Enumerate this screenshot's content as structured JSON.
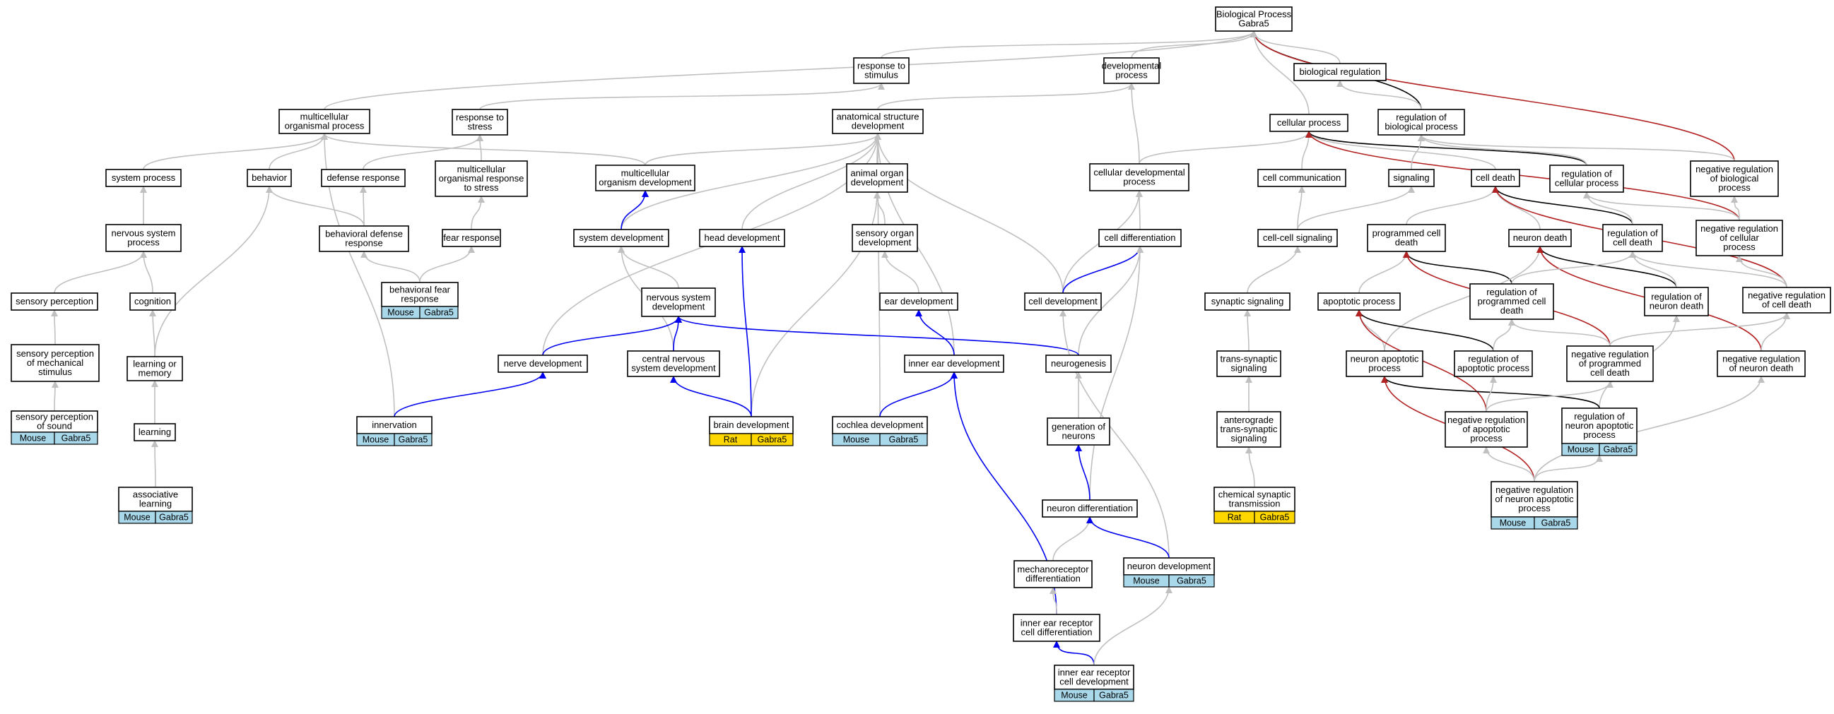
{
  "colors": {
    "gray": "#c0c0c0",
    "black": "#000000",
    "blue": "#0000ee",
    "red": "#b22222",
    "mouse_tag": "#a8d8ea",
    "rat_tag": "#ffd700"
  },
  "nodes": {
    "bp": [
      "Biological Process",
      "Gabra5"
    ],
    "resp_stim": [
      "response to",
      "stimulus"
    ],
    "dev_proc": [
      "developmental",
      "process"
    ],
    "bio_reg": [
      "biological regulation"
    ],
    "multi_org": [
      "multicellular",
      "organismal process"
    ],
    "resp_stress": [
      "response to",
      "stress"
    ],
    "anat_dev": [
      "anatomical structure",
      "development"
    ],
    "cell_proc": [
      "cellular process"
    ],
    "reg_bio": [
      "regulation of",
      "biological process"
    ],
    "sys_proc": [
      "system process"
    ],
    "behavior": [
      "behavior"
    ],
    "def_resp": [
      "defense response"
    ],
    "multi_org_resp": [
      "multicellular",
      "organismal response",
      "to stress"
    ],
    "multi_dev": [
      "multicellular",
      "organism development"
    ],
    "animal_organ": [
      "animal organ",
      "development"
    ],
    "cell_dev_proc": [
      "cellular developmental",
      "process"
    ],
    "cell_comm": [
      "cell communication"
    ],
    "signaling": [
      "signaling"
    ],
    "cell_death": [
      "cell death"
    ],
    "reg_cell_proc": [
      "regulation of",
      "cellular process"
    ],
    "neg_reg_bio": [
      "negative regulation",
      "of biological",
      "process"
    ],
    "ns_proc": [
      "nervous system",
      "process"
    ],
    "beh_def": [
      "behavioral defense",
      "response"
    ],
    "fear": [
      "fear response"
    ],
    "sys_dev": [
      "system development"
    ],
    "head_dev": [
      "head development"
    ],
    "sens_organ": [
      "sensory organ",
      "development"
    ],
    "cell_diff": [
      "cell differentiation"
    ],
    "cc_sig": [
      "cell-cell signaling"
    ],
    "prog_death": [
      "programmed cell",
      "death"
    ],
    "neuron_death": [
      "neuron death"
    ],
    "reg_cell_death": [
      "regulation of",
      "cell death"
    ],
    "neg_reg_cell_proc": [
      "negative regulation",
      "of cellular",
      "process"
    ],
    "beh_fear": [
      "behavioral fear",
      "response"
    ],
    "sens_perc": [
      "sensory perception"
    ],
    "cognition": [
      "cognition"
    ],
    "ns_dev": [
      "nervous system",
      "development"
    ],
    "ear_dev": [
      "ear development"
    ],
    "cell_development": [
      "cell development"
    ],
    "syn_sig": [
      "synaptic signaling"
    ],
    "apop": [
      "apoptotic process"
    ],
    "reg_prog": [
      "regulation of",
      "programmed cell",
      "death"
    ],
    "reg_neuron_death": [
      "regulation of",
      "neuron death"
    ],
    "neg_reg_cell_death": [
      "negative regulation",
      "of cell death"
    ],
    "sens_mech": [
      "sensory perception",
      "of mechanical",
      "stimulus"
    ],
    "learn_mem": [
      "learning or",
      "memory"
    ],
    "nerve_dev": [
      "nerve development"
    ],
    "cns_dev": [
      "central nervous",
      "system development"
    ],
    "inner_ear": [
      "inner ear development"
    ],
    "neurogenesis": [
      "neurogenesis"
    ],
    "trans_syn": [
      "trans-synaptic",
      "signaling"
    ],
    "neuron_apop": [
      "neuron apoptotic",
      "process"
    ],
    "reg_apop": [
      "regulation of",
      "apoptotic process"
    ],
    "neg_reg_prog": [
      "negative regulation",
      "of programmed",
      "cell death"
    ],
    "neg_reg_neuron_death": [
      "negative regulation",
      "of neuron death"
    ],
    "sens_sound": [
      "sensory perception",
      "of sound"
    ],
    "learning": [
      "learning"
    ],
    "innervation": [
      "innervation"
    ],
    "brain_dev": [
      "brain development"
    ],
    "cochlea": [
      "cochlea development"
    ],
    "gen_neurons": [
      "generation of",
      "neurons"
    ],
    "antero": [
      "anterograde",
      "trans-synaptic",
      "signaling"
    ],
    "neg_reg_apop": [
      "negative regulation",
      "of apoptotic",
      "process"
    ],
    "reg_neuron_apop": [
      "regulation of",
      "neuron apoptotic",
      "process"
    ],
    "assoc_learn": [
      "associative",
      "learning"
    ],
    "neuron_diff": [
      "neuron differentiation"
    ],
    "chem_syn": [
      "chemical synaptic",
      "transmission"
    ],
    "neg_reg_neuron_apop": [
      "negative regulation",
      "of neuron apoptotic",
      "process"
    ],
    "mechano": [
      "mechanoreceptor",
      "differentiation"
    ],
    "neuron_dev": [
      "neuron development"
    ],
    "ie_recep_diff": [
      "inner ear receptor",
      "cell differentiation"
    ],
    "ie_recep_dev": [
      "inner ear receptor",
      "cell development"
    ]
  },
  "tags": {
    "beh_fear": [
      "Mouse",
      "Gabra5"
    ],
    "sens_sound": [
      "Mouse",
      "Gabra5"
    ],
    "assoc_learn": [
      "Mouse",
      "Gabra5"
    ],
    "innervation": [
      "Mouse",
      "Gabra5"
    ],
    "brain_dev": [
      "Rat",
      "Gabra5"
    ],
    "cochlea": [
      "Mouse",
      "Gabra5"
    ],
    "chem_syn": [
      "Rat",
      "Gabra5"
    ],
    "reg_neuron_apop": [
      "Mouse",
      "Gabra5"
    ],
    "neg_reg_neuron_apop": [
      "Mouse",
      "Gabra5"
    ],
    "neuron_dev": [
      "Mouse",
      "Gabra5"
    ],
    "ie_recep_dev": [
      "Mouse",
      "Gabra5"
    ]
  },
  "edges": [
    [
      "resp_stim",
      "bp",
      "gray"
    ],
    [
      "dev_proc",
      "bp",
      "gray"
    ],
    [
      "bio_reg",
      "bp",
      "gray"
    ],
    [
      "cell_proc",
      "bp",
      "gray"
    ],
    [
      "reg_bio",
      "bp",
      "black"
    ],
    [
      "neg_reg_bio",
      "bp",
      "red"
    ],
    [
      "multi_org",
      "bp",
      "gray"
    ],
    [
      "resp_stress",
      "resp_stim",
      "gray"
    ],
    [
      "anat_dev",
      "dev_proc",
      "gray"
    ],
    [
      "cell_dev_proc",
      "dev_proc",
      "gray"
    ],
    [
      "reg_bio",
      "bio_reg",
      "gray"
    ],
    [
      "sys_proc",
      "multi_org",
      "gray"
    ],
    [
      "behavior",
      "multi_org",
      "gray"
    ],
    [
      "multi_dev",
      "multi_org",
      "gray"
    ],
    [
      "innervation",
      "multi_org",
      "gray"
    ],
    [
      "def_resp",
      "resp_stress",
      "gray"
    ],
    [
      "multi_org_resp",
      "resp_stress",
      "gray"
    ],
    [
      "multi_dev",
      "anat_dev",
      "gray"
    ],
    [
      "animal_organ",
      "anat_dev",
      "gray"
    ],
    [
      "sys_dev",
      "anat_dev",
      "gray"
    ],
    [
      "head_dev",
      "anat_dev",
      "gray"
    ],
    [
      "cell_development",
      "anat_dev",
      "gray"
    ],
    [
      "nerve_dev",
      "anat_dev",
      "gray"
    ],
    [
      "cochlea",
      "anat_dev",
      "gray"
    ],
    [
      "inner_ear",
      "anat_dev",
      "gray"
    ],
    [
      "cell_dev_proc",
      "cell_proc",
      "gray"
    ],
    [
      "cell_comm",
      "cell_proc",
      "gray"
    ],
    [
      "cell_death",
      "cell_proc",
      "gray"
    ],
    [
      "reg_cell_proc",
      "cell_proc",
      "black"
    ],
    [
      "neg_reg_cell_proc",
      "cell_proc",
      "red"
    ],
    [
      "signaling",
      "reg_bio",
      "gray"
    ],
    [
      "reg_cell_proc",
      "reg_bio",
      "gray"
    ],
    [
      "neg_reg_bio",
      "reg_bio",
      "gray"
    ],
    [
      "ns_proc",
      "sys_proc",
      "gray"
    ],
    [
      "beh_def",
      "behavior",
      "gray"
    ],
    [
      "learn_mem",
      "behavior",
      "gray"
    ],
    [
      "beh_def",
      "def_resp",
      "gray"
    ],
    [
      "fear",
      "multi_org_resp",
      "gray"
    ],
    [
      "sys_dev",
      "multi_dev",
      "blue"
    ],
    [
      "sens_organ",
      "animal_organ",
      "gray"
    ],
    [
      "brain_dev",
      "animal_organ",
      "gray"
    ],
    [
      "cell_diff",
      "cell_dev_proc",
      "gray"
    ],
    [
      "cell_development",
      "cell_dev_proc",
      "gray"
    ],
    [
      "cc_sig",
      "cell_comm",
      "gray"
    ],
    [
      "cc_sig",
      "signaling",
      "gray"
    ],
    [
      "prog_death",
      "cell_death",
      "gray"
    ],
    [
      "neuron_death",
      "cell_death",
      "gray"
    ],
    [
      "reg_cell_death",
      "cell_death",
      "black"
    ],
    [
      "neg_reg_cell_death",
      "cell_death",
      "red"
    ],
    [
      "reg_cell_death",
      "reg_cell_proc",
      "gray"
    ],
    [
      "neg_reg_cell_proc",
      "reg_cell_proc",
      "gray"
    ],
    [
      "neg_reg_cell_proc",
      "neg_reg_bio",
      "gray"
    ],
    [
      "sens_perc",
      "ns_proc",
      "gray"
    ],
    [
      "cognition",
      "ns_proc",
      "gray"
    ],
    [
      "beh_fear",
      "beh_def",
      "gray"
    ],
    [
      "beh_fear",
      "fear",
      "gray"
    ],
    [
      "ns_dev",
      "sys_dev",
      "gray"
    ],
    [
      "cns_dev",
      "sys_dev",
      "gray"
    ],
    [
      "brain_dev",
      "head_dev",
      "blue"
    ],
    [
      "ear_dev",
      "sens_organ",
      "gray"
    ],
    [
      "cell_development",
      "cell_diff",
      "blue"
    ],
    [
      "neurogenesis",
      "cell_diff",
      "gray"
    ],
    [
      "neuron_diff",
      "cell_diff",
      "gray"
    ],
    [
      "syn_sig",
      "cc_sig",
      "gray"
    ],
    [
      "apop",
      "prog_death",
      "gray"
    ],
    [
      "reg_prog",
      "prog_death",
      "black"
    ],
    [
      "neg_reg_prog",
      "prog_death",
      "red"
    ],
    [
      "neuron_apop",
      "neuron_death",
      "gray"
    ],
    [
      "reg_neuron_death",
      "neuron_death",
      "black"
    ],
    [
      "neg_reg_neuron_death",
      "neuron_death",
      "red"
    ],
    [
      "reg_prog",
      "reg_cell_death",
      "gray"
    ],
    [
      "reg_neuron_death",
      "reg_cell_death",
      "gray"
    ],
    [
      "neg_reg_cell_death",
      "reg_cell_death",
      "gray"
    ],
    [
      "neg_reg_cell_death",
      "neg_reg_cell_proc",
      "gray"
    ],
    [
      "sens_mech",
      "sens_perc",
      "gray"
    ],
    [
      "learn_mem",
      "cognition",
      "gray"
    ],
    [
      "nerve_dev",
      "ns_dev",
      "blue"
    ],
    [
      "cns_dev",
      "ns_dev",
      "blue"
    ],
    [
      "neurogenesis",
      "ns_dev",
      "blue"
    ],
    [
      "inner_ear",
      "ear_dev",
      "blue"
    ],
    [
      "neuron_dev",
      "cell_development",
      "gray"
    ],
    [
      "trans_syn",
      "syn_sig",
      "gray"
    ],
    [
      "neuron_apop",
      "apop",
      "gray"
    ],
    [
      "reg_apop",
      "apop",
      "black"
    ],
    [
      "neg_reg_apop",
      "apop",
      "red"
    ],
    [
      "reg_apop",
      "reg_prog",
      "gray"
    ],
    [
      "neg_reg_prog",
      "reg_prog",
      "gray"
    ],
    [
      "reg_neuron_apop",
      "reg_neuron_death",
      "gray"
    ],
    [
      "neg_reg_prog",
      "neg_reg_cell_death",
      "gray"
    ],
    [
      "neg_reg_neuron_death",
      "neg_reg_cell_death",
      "gray"
    ],
    [
      "sens_sound",
      "sens_mech",
      "gray"
    ],
    [
      "learning",
      "learn_mem",
      "gray"
    ],
    [
      "innervation",
      "nerve_dev",
      "blue"
    ],
    [
      "brain_dev",
      "cns_dev",
      "blue"
    ],
    [
      "cochlea",
      "inner_ear",
      "blue"
    ],
    [
      "ie_recep_diff",
      "inner_ear",
      "blue"
    ],
    [
      "gen_neurons",
      "neurogenesis",
      "gray"
    ],
    [
      "antero",
      "trans_syn",
      "gray"
    ],
    [
      "reg_neuron_apop",
      "neuron_apop",
      "black"
    ],
    [
      "neg_reg_neuron_apop",
      "neuron_apop",
      "red"
    ],
    [
      "neg_reg_apop",
      "reg_apop",
      "gray"
    ],
    [
      "neg_reg_neuron_apop",
      "neg_reg_neuron_death",
      "gray"
    ],
    [
      "neg_reg_apop",
      "neg_reg_prog",
      "gray"
    ],
    [
      "assoc_learn",
      "learning",
      "gray"
    ],
    [
      "neuron_diff",
      "gen_neurons",
      "blue"
    ],
    [
      "chem_syn",
      "antero",
      "gray"
    ],
    [
      "neg_reg_neuron_apop",
      "neg_reg_apop",
      "gray"
    ],
    [
      "neg_reg_neuron_apop",
      "reg_neuron_apop",
      "gray"
    ],
    [
      "mechano",
      "neuron_diff",
      "gray"
    ],
    [
      "neuron_dev",
      "neuron_diff",
      "blue"
    ],
    [
      "ie_recep_diff",
      "mechano",
      "gray"
    ],
    [
      "ie_recep_dev",
      "ie_recep_diff",
      "blue"
    ],
    [
      "ie_recep_dev",
      "neuron_dev",
      "gray"
    ]
  ]
}
